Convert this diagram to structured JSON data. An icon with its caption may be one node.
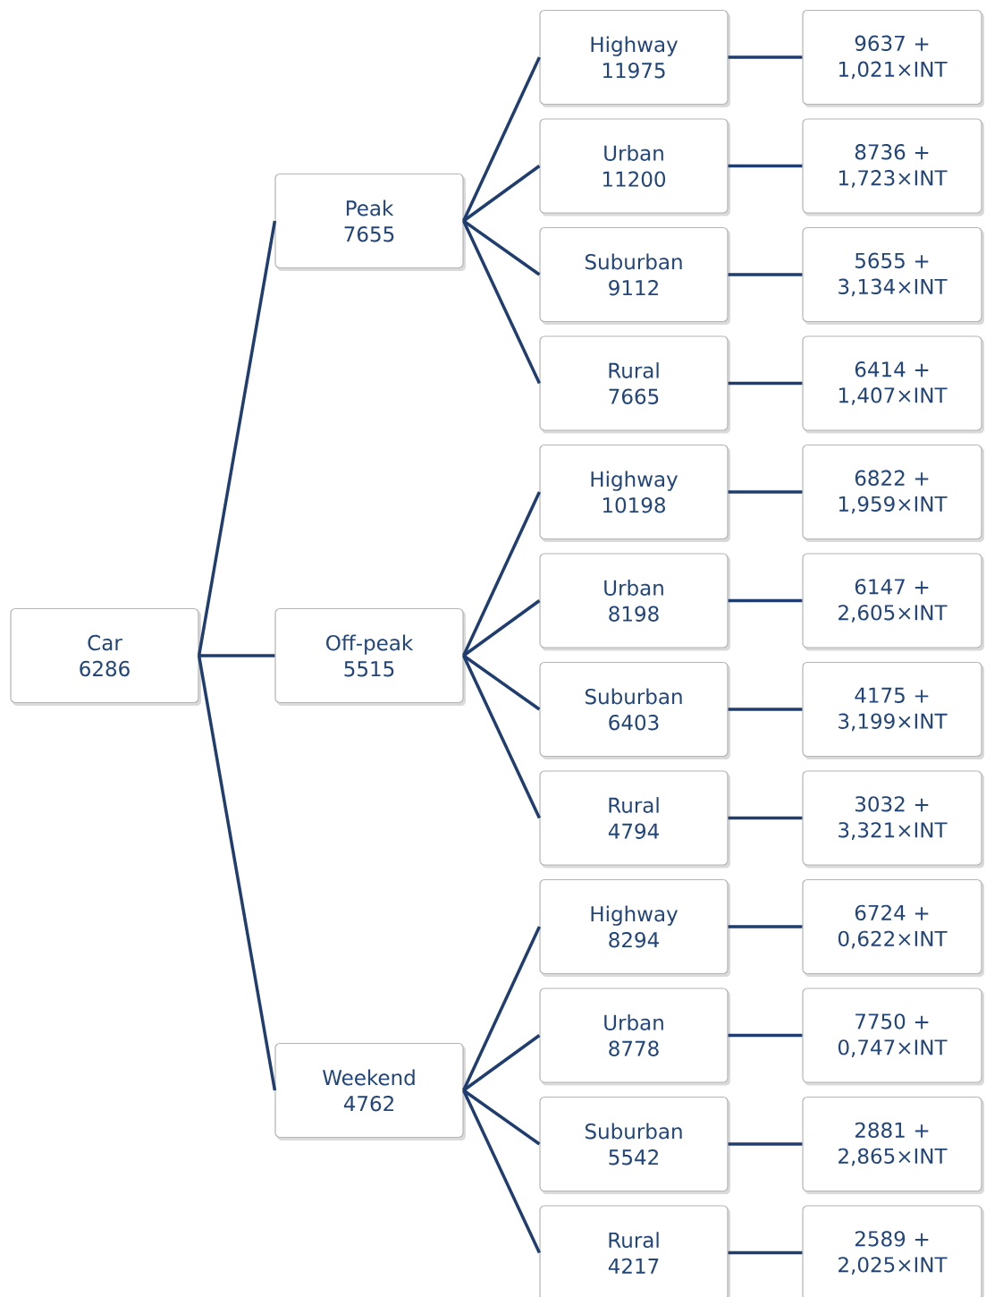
{
  "diagram": {
    "nodes": [
      {
        "text": [
          "Car",
          "6286"
        ]
      },
      {
        "text": [
          "Peak",
          "7655"
        ]
      },
      {
        "text": [
          "Off-peak",
          "5515"
        ]
      },
      {
        "text": [
          "Weekend",
          "4762"
        ]
      },
      {
        "text": [
          "Highway",
          "11975"
        ]
      },
      {
        "text": [
          "Urban",
          "11200"
        ]
      },
      {
        "text": [
          "Suburban",
          "9112"
        ]
      },
      {
        "text": [
          "Rural",
          "7665"
        ]
      },
      {
        "text": [
          "Highway",
          "10198"
        ]
      },
      {
        "text": [
          "Urban",
          "8198"
        ]
      },
      {
        "text": [
          "Suburban",
          "6403"
        ]
      },
      {
        "text": [
          "Rural",
          "4794"
        ]
      },
      {
        "text": [
          "Highway",
          "8294"
        ]
      },
      {
        "text": [
          "Urban",
          "8778"
        ]
      },
      {
        "text": [
          "Suburban",
          "5542"
        ]
      },
      {
        "text": [
          "Rural",
          "4217"
        ]
      },
      {
        "text": [
          "9637 + 1,021×INT"
        ]
      },
      {
        "text": [
          "8736 + 1,723×INT"
        ]
      },
      {
        "text": [
          "5655 + 3,134×INT"
        ]
      },
      {
        "text": [
          "6414 + 1,407×INT"
        ]
      },
      {
        "text": [
          "6822 + 1,959×INT"
        ]
      },
      {
        "text": [
          "6147 + 2,605×INT"
        ]
      },
      {
        "text": [
          "4175 + 3,199×INT"
        ]
      },
      {
        "text": [
          "3032 + 3,321×INT"
        ]
      },
      {
        "text": [
          "6724 + 0,622×INT"
        ]
      },
      {
        "text": [
          "7750 + 0,747×INT"
        ]
      },
      {
        "text": [
          "2881 + 2,865×INT"
        ]
      },
      {
        "text": [
          "2589 + 2,025×INT"
        ]
      }
    ],
    "edges": [
      {
        "from": 0,
        "to": 1,
        "arrow": "none"
      },
      {
        "from": 0,
        "to": 2,
        "arrow": "none"
      },
      {
        "from": 0,
        "to": 3,
        "arrow": "none"
      },
      {
        "from": 1,
        "to": 4,
        "arrow": "none"
      },
      {
        "from": 1,
        "to": 5,
        "arrow": "none"
      },
      {
        "from": 1,
        "to": 6,
        "arrow": "none"
      },
      {
        "from": 1,
        "to": 7,
        "arrow": "none"
      },
      {
        "from": 2,
        "to": 8,
        "arrow": "none"
      },
      {
        "from": 2,
        "to": 9,
        "arrow": "none"
      },
      {
        "from": 2,
        "to": 10,
        "arrow": "none"
      },
      {
        "from": 2,
        "to": 11,
        "arrow": "none"
      },
      {
        "from": 3,
        "to": 12,
        "arrow": "none"
      },
      {
        "from": 3,
        "to": 13,
        "arrow": "none"
      },
      {
        "from": 3,
        "to": 14,
        "arrow": "none"
      },
      {
        "from": 3,
        "to": 15,
        "arrow": "none"
      },
      {
        "from": 4,
        "to": 16,
        "arrow": "none"
      },
      {
        "from": 5,
        "to": 17,
        "arrow": "none"
      },
      {
        "from": 6,
        "to": 18,
        "arrow": "none"
      },
      {
        "from": 7,
        "to": 19,
        "arrow": "none"
      },
      {
        "from": 8,
        "to": 20,
        "arrow": "none"
      },
      {
        "from": 9,
        "to": 21,
        "arrow": "none"
      },
      {
        "from": 10,
        "to": 22,
        "arrow": "none"
      },
      {
        "from": 11,
        "to": 23,
        "arrow": "none"
      },
      {
        "from": 12,
        "to": 24,
        "arrow": "none"
      },
      {
        "from": 13,
        "to": 25,
        "arrow": "none"
      },
      {
        "from": 14,
        "to": 26,
        "arrow": "none"
      },
      {
        "from": 15,
        "to": 27,
        "arrow": "none"
      }
    ]
  }
}
